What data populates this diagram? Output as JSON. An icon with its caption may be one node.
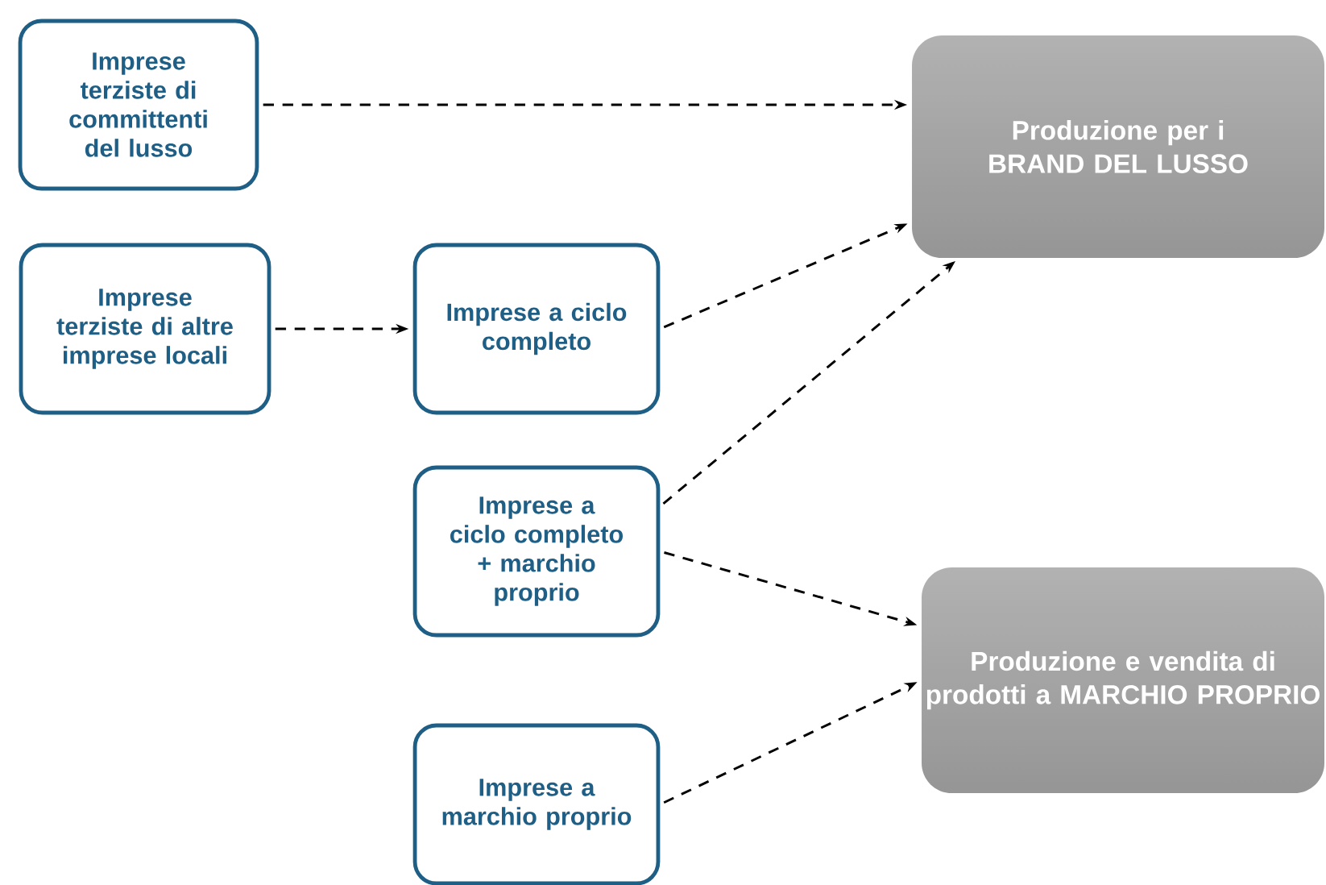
{
  "diagram": {
    "nodes": [
      {
        "text": [
          "Imprese terziste di committenti del lusso"
        ]
      },
      {
        "text": [
          "Imprese terziste di altre imprese locali"
        ]
      },
      {
        "text": [
          "Imprese a ciclo completo"
        ]
      },
      {
        "text": [
          "Imprese a ciclo completo + marchio proprio"
        ]
      },
      {
        "text": [
          "Imprese a marchio proprio"
        ]
      },
      {
        "text": [
          "Produzione per i BRAND DEL LUSSO"
        ]
      },
      {
        "text": [
          "Produzione e vendita di prodotti a MARCHIO PROPRIO"
        ]
      }
    ],
    "edges": [
      {
        "from": 0,
        "to": 5,
        "arrow": "to",
        "style": "dashed"
      },
      {
        "from": 1,
        "to": 2,
        "arrow": "to",
        "style": "dashed"
      },
      {
        "from": 2,
        "to": 5,
        "arrow": "to",
        "style": "dashed"
      },
      {
        "from": 3,
        "to": 5,
        "arrow": "to",
        "style": "dashed"
      },
      {
        "from": 3,
        "to": 6,
        "arrow": "to",
        "style": "dashed"
      },
      {
        "from": 4,
        "to": 6,
        "arrow": "to",
        "style": "dashed"
      }
    ]
  }
}
